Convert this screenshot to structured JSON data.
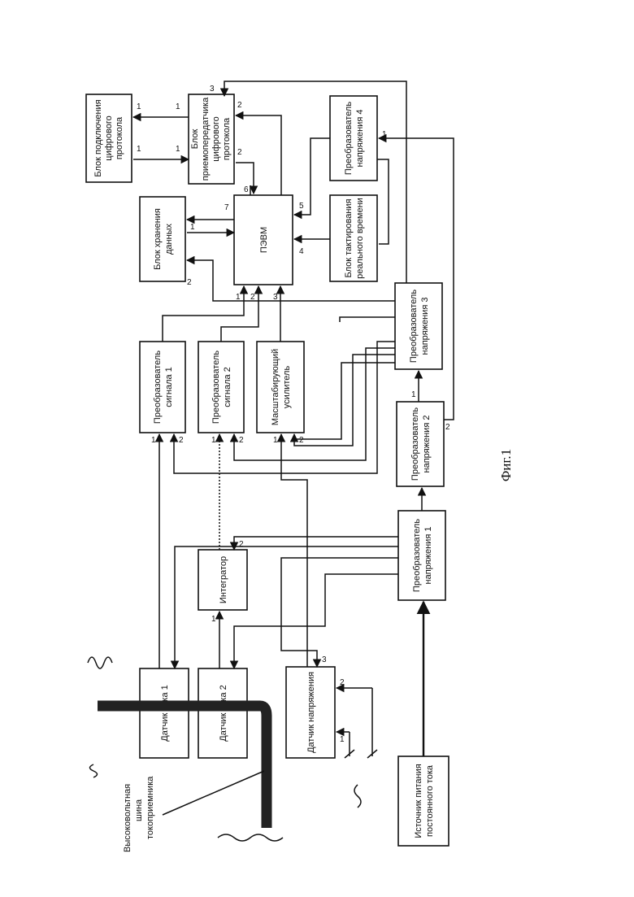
{
  "figure": {
    "caption": "Фиг.1",
    "busbar_label": [
      "Высоковольтная",
      "шина",
      "токоприемника"
    ]
  },
  "blocks": {
    "current_sensor_1": [
      "Датчик тока 1"
    ],
    "current_sensor_2": [
      "Датчик тока 2"
    ],
    "voltage_sensor": [
      "Датчик напряжения"
    ],
    "dc_power_source": [
      "Источник питания",
      "постоянного тока"
    ],
    "integrator": [
      "Интегратор"
    ],
    "voltage_converter_1": [
      "Преобразователь",
      "напряжения 1"
    ],
    "voltage_converter_2": [
      "Преобразователь",
      "напряжения 2"
    ],
    "voltage_converter_3": [
      "Преобразователь",
      "напряжения 3"
    ],
    "voltage_converter_4": [
      "Преобразователь",
      "напряжения 4"
    ],
    "signal_converter_1": [
      "Преобразователь",
      "сигнала 1"
    ],
    "signal_converter_2": [
      "Преобразователь",
      "сигнала 2"
    ],
    "scaling_amplifier": [
      "Масштабирующий",
      "усилитель"
    ],
    "pc": [
      "ПЭВМ"
    ],
    "data_storage": [
      "Блок хранения",
      "данных"
    ],
    "rtc_clock": [
      "Блок тактирования",
      "реального времени"
    ],
    "protocol_transceiver": [
      "Блок",
      "приемопередатчика",
      "цифрового",
      "протокола"
    ],
    "protocol_connection": [
      "Блок подключения",
      "цифрового",
      "протокола"
    ]
  },
  "colors": {
    "ink": "#111111",
    "background": "#ffffff"
  }
}
